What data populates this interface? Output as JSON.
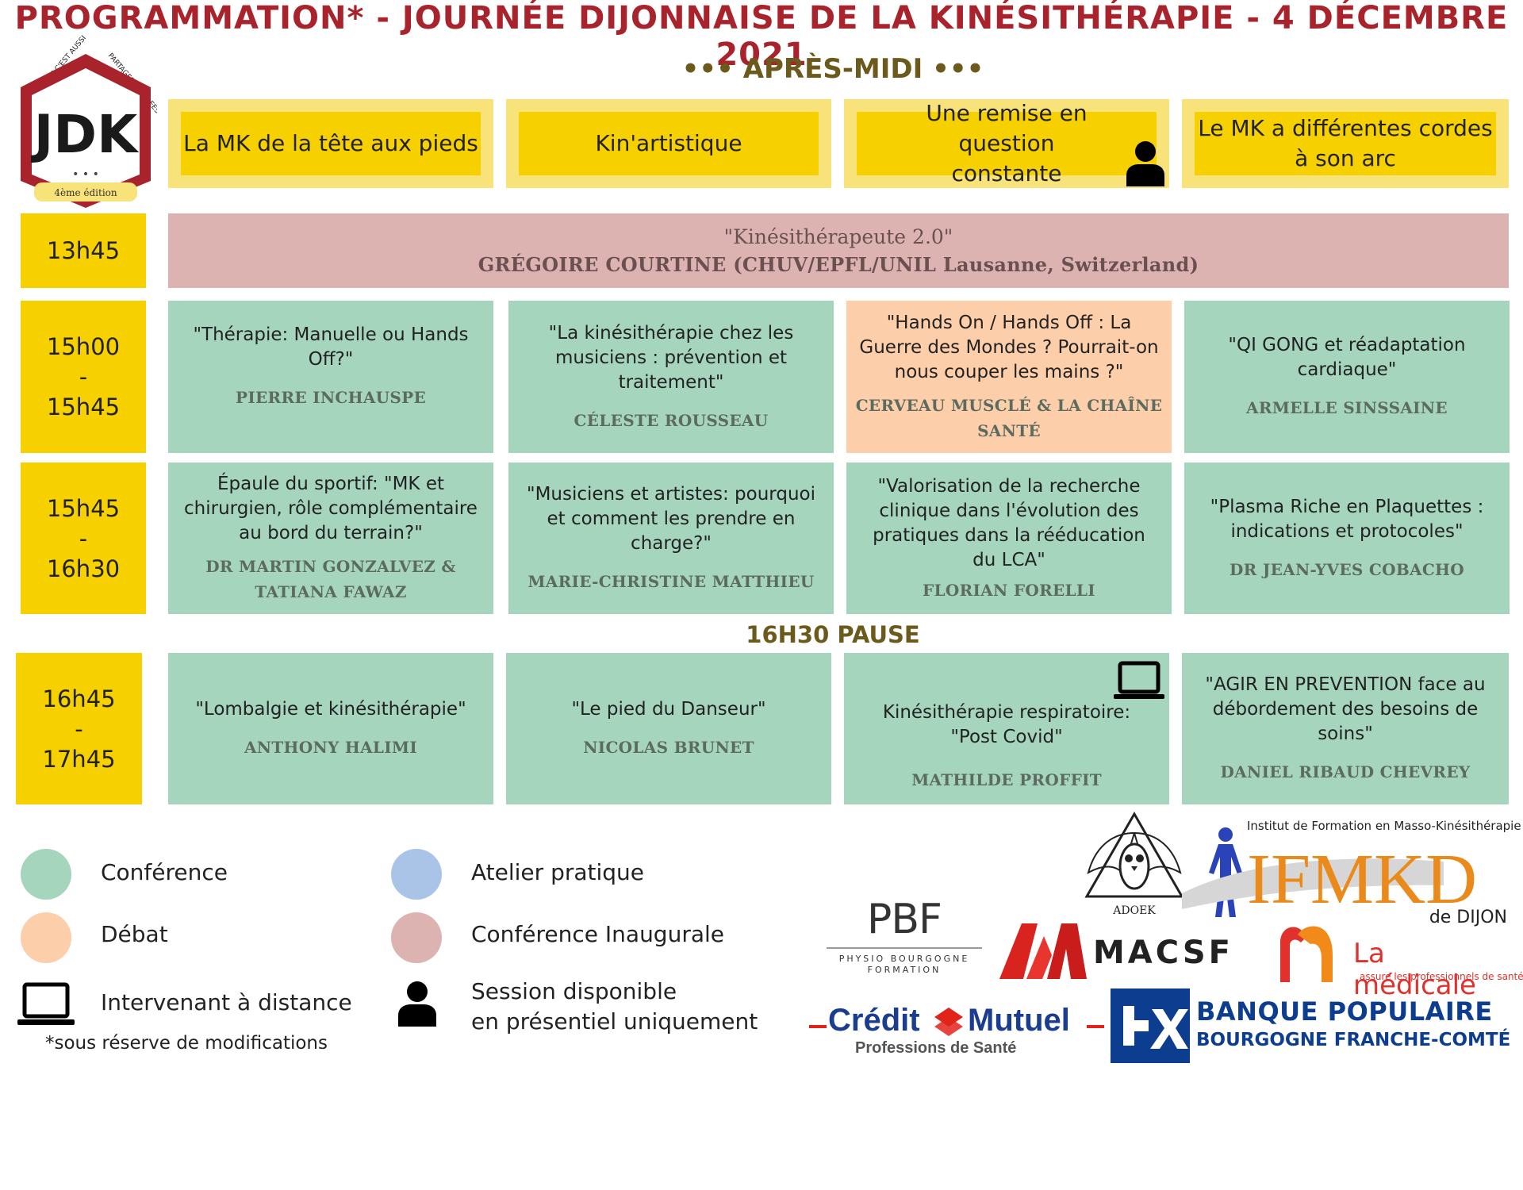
{
  "header": {
    "title": "PROGRAMMATION* - JOURNÉE DIJONNAISE DE LA KINÉSITHÉRAPIE - 4 DÉCEMBRE 2021",
    "subtitle": "••• APRÈS-MIDI •••"
  },
  "logo": {
    "text": "JDK",
    "dots": "• • •",
    "edition": "4ème édition",
    "ring_text_left": "ETRE KINE C'EST AUSSI",
    "ring_text_right": "PARTAGER SES IDEES"
  },
  "tracks": [
    {
      "label": "La MK de la tête aux pieds"
    },
    {
      "label": "Kin'artistique"
    },
    {
      "label": "Une remise en question constante",
      "icon": "person-icon"
    },
    {
      "label": "Le MK a différentes cordes à son arc"
    }
  ],
  "slots": {
    "s1": {
      "time": "13h45"
    },
    "s2": {
      "start": "15h00",
      "sep": "-",
      "end": "15h45"
    },
    "s3": {
      "start": "15h45",
      "sep": "-",
      "end": "16h30"
    },
    "s4": {
      "start": "16h45",
      "sep": "-",
      "end": "17h45"
    }
  },
  "inaugural": {
    "talk": "\"Kinésithérapeute 2.0\"",
    "speaker": "GRÉGOIRE COURTINE (CHUV/EPFL/UNIL Lausanne, Switzerland)"
  },
  "row1": [
    {
      "talk": "\"Thérapie: Manuelle ou Hands Off?\"",
      "speaker": "PIERRE INCHAUSPE",
      "type": "conference"
    },
    {
      "talk": "\"La kinésithérapie chez les musiciens : prévention et traitement\"",
      "speaker": "CÉLESTE ROUSSEAU",
      "type": "conference"
    },
    {
      "talk": "\"Hands On / Hands Off : La Guerre des Mondes ? Pourrait-on nous couper les mains ?\"",
      "speaker": "CERVEAU MUSCLÉ & LA CHAÎNE SANTÉ",
      "type": "debat"
    },
    {
      "talk": "\"QI GONG et réadaptation cardiaque\"",
      "speaker": "ARMELLE SINSSAINE",
      "type": "conference"
    }
  ],
  "row2": [
    {
      "talk": "Épaule du sportif: \"MK et chirurgien, rôle complémentaire au bord du terrain?\"",
      "speaker": "DR MARTIN GONZALVEZ & TATIANA FAWAZ",
      "type": "conference"
    },
    {
      "talk": "\"Musiciens et artistes: pourquoi et comment les prendre en charge?\"",
      "speaker": "MARIE-CHRISTINE MATTHIEU",
      "type": "conference"
    },
    {
      "talk": "\"Valorisation de la recherche clinique dans l'évolution des pratiques dans la rééducation du LCA\"",
      "speaker": "FLORIAN FORELLI",
      "type": "conference"
    },
    {
      "talk": "\"Plasma Riche en Plaquettes : indications et protocoles\"",
      "speaker": "DR JEAN-YVES COBACHO",
      "type": "conference"
    }
  ],
  "pause": "16H30 PAUSE",
  "row3": [
    {
      "talk": "\"Lombalgie et kinésithérapie\"",
      "speaker": "ANTHONY HALIMI",
      "type": "conference"
    },
    {
      "talk": "\"Le pied du Danseur\"",
      "speaker": "NICOLAS BRUNET",
      "type": "conference"
    },
    {
      "talk": "Kinésithérapie respiratoire: \"Post Covid\"",
      "speaker": "MATHILDE PROFFIT",
      "type": "conference",
      "icon": "laptop-icon"
    },
    {
      "talk": "\"AGIR EN PREVENTION face au débordement des besoins de soins\"",
      "speaker": "DANIEL RIBAUD CHEVREY",
      "type": "conference"
    }
  ],
  "legend": {
    "conference": {
      "label": "Conférence",
      "color": "#a6d5bd"
    },
    "debat": {
      "label": "Débat",
      "color": "#fdceaa"
    },
    "remote": {
      "label": "Intervenant à distance",
      "icon": "laptop-icon"
    },
    "atelier": {
      "label": "Atelier pratique",
      "color": "#a9c4e6"
    },
    "inaugural": {
      "label": "Conférence Inaugurale",
      "color": "#dcb3b1"
    },
    "onsite": {
      "label1": "Session disponible",
      "label2": "en présentiel uniquement",
      "icon": "person-icon"
    },
    "note": "*sous réserve de modifications"
  },
  "sponsors": {
    "pbf": {
      "name": "PBF",
      "line1": "PHYSIO BOURGOGNE",
      "line2": "FORMATION"
    },
    "owl": {
      "caption": "ADOEK"
    },
    "ifmkd": {
      "top": "Institut de Formation en Masso-Kinésithérapie",
      "name": "IFMKD",
      "city": "de DIJON"
    },
    "macsf": {
      "name": "MACSF"
    },
    "lamedicale": {
      "name": "La médicale",
      "tagline": "assure les professionnels de santé"
    },
    "cm": {
      "name1": "Crédit",
      "name2": "Mutuel",
      "tagline": "Professions de Santé"
    },
    "bp": {
      "line1": "BANQUE POPULAIRE",
      "line2": "BOURGOGNE FRANCHE-COMTÉ"
    }
  }
}
